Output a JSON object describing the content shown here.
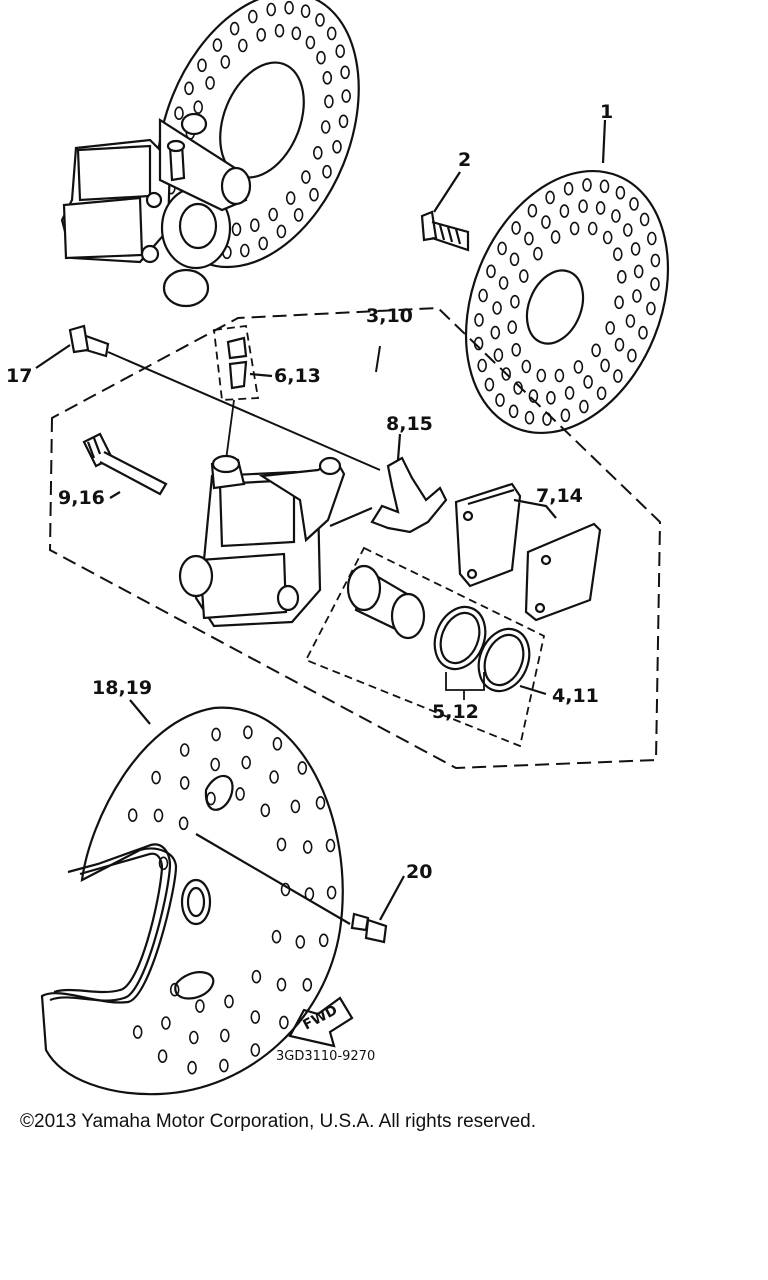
{
  "callouts": {
    "c1": "1",
    "c2": "2",
    "c3": "3,10",
    "c4": "4,11",
    "c5": "5,12",
    "c6": "6,13",
    "c7": "7,14",
    "c8": "8,15",
    "c9": "9,16",
    "c17": "17",
    "c18": "18,19",
    "c20": "20"
  },
  "fwd_label": "FWD",
  "drawing_code": "3GD3110-9270",
  "copyright": "©2013 Yamaha Motor Corporation, U.S.A. All rights reserved."
}
